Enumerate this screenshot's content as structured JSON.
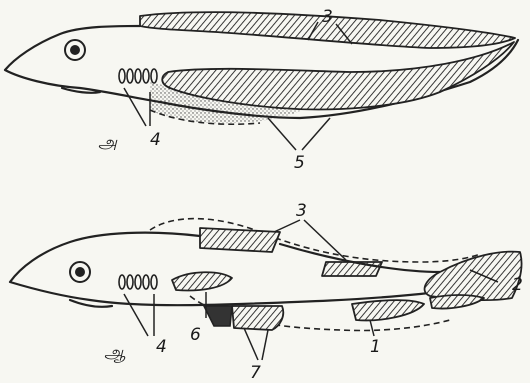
{
  "figure": {
    "top": {
      "sub_label": "அ",
      "part_labels": {
        "dorsal_fin": "3",
        "gill_slits": "4",
        "ventral_fold": "5"
      }
    },
    "bottom": {
      "sub_label": "ஆ",
      "part_labels": {
        "anal_fin": "1",
        "caudal_fin": "2",
        "dorsal_fin": "3",
        "gill_slits": "4",
        "pectoral_fin": "6",
        "pelvic_fin": "7"
      }
    }
  }
}
